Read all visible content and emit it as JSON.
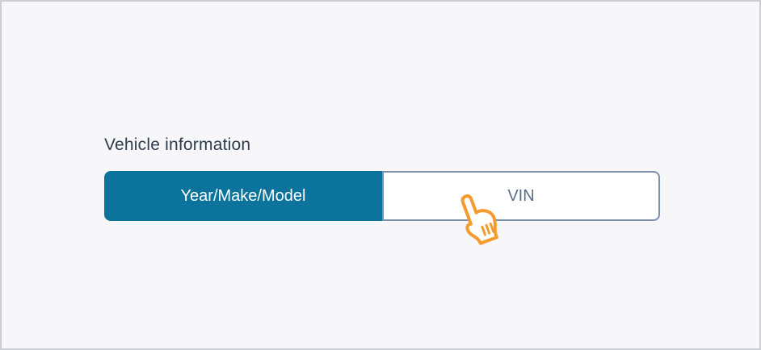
{
  "page": {
    "description": "Vehicle information entry step with segmented control"
  },
  "vehicle_section": {
    "title": "Vehicle information"
  },
  "segmented_control": {
    "options": [
      {
        "label": "Year/Make/Model",
        "selected": true
      },
      {
        "label": "VIN",
        "selected": false
      }
    ]
  },
  "cursor": {
    "icon": "hand-pointer",
    "target": "VIN"
  },
  "colors": {
    "page_bg": "#f7f7f9",
    "page_border": "#cdced3",
    "title_text": "#2e3c4b",
    "selected_bg": "#0b739c",
    "selected_text": "#ffffff",
    "unselected_bg": "#ffffff",
    "unselected_text": "#5b6f88",
    "control_border": "#7e91a8",
    "cursor_orange": "#f59b2e"
  }
}
